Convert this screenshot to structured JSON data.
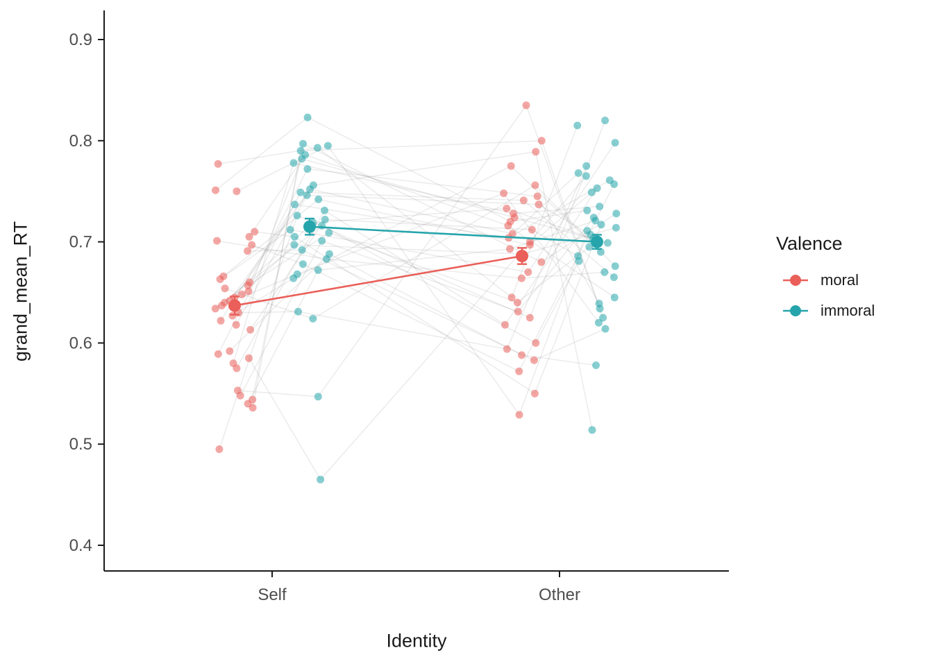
{
  "figure": {
    "y_axis_label": "grand_mean_RT",
    "x_axis_label": "Identity"
  },
  "legend": {
    "title": "Valence",
    "items": [
      {
        "label": "moral",
        "color": "#EA5F59"
      },
      {
        "label": "immoral",
        "color": "#25A5AB"
      }
    ]
  },
  "chart_data": {
    "type": "scatter",
    "title": "",
    "xlabel": "Identity",
    "ylabel": "grand_mean_RT",
    "x_categories": [
      "Self",
      "Other"
    ],
    "y_ticks": [
      0.4,
      0.5,
      0.6,
      0.7,
      0.8,
      0.9
    ],
    "ylim": [
      0.38,
      0.92
    ],
    "grid": false,
    "legend_position": "right",
    "series_colors": {
      "moral": "#EA5F59",
      "immoral": "#25A5AB"
    },
    "subject_line_color": "#8a8a8a",
    "group_means": [
      {
        "identity": "Self",
        "valence": "moral",
        "mean": 0.637,
        "se": 0.009
      },
      {
        "identity": "Self",
        "valence": "immoral",
        "mean": 0.715,
        "se": 0.008
      },
      {
        "identity": "Other",
        "valence": "moral",
        "mean": 0.686,
        "se": 0.008
      },
      {
        "identity": "Other",
        "valence": "immoral",
        "mean": 0.7,
        "se": 0.007
      }
    ],
    "individual_points": {
      "self_moral": [
        0.64,
        0.777,
        0.553,
        0.666,
        0.592,
        0.751,
        0.627,
        0.495,
        0.66,
        0.71,
        0.585,
        0.645,
        0.548,
        0.705,
        0.63,
        0.589,
        0.663,
        0.536,
        0.697,
        0.613,
        0.75,
        0.637,
        0.575,
        0.654,
        0.544,
        0.691,
        0.622,
        0.657,
        0.58,
        0.701,
        0.634,
        0.618,
        0.54,
        0.651,
        0.648,
        0.642
      ],
      "self_immoral": [
        0.719,
        0.793,
        0.547,
        0.742,
        0.688,
        0.823,
        0.664,
        0.726,
        0.772,
        0.705,
        0.465,
        0.756,
        0.701,
        0.786,
        0.631,
        0.749,
        0.712,
        0.79,
        0.678,
        0.722,
        0.795,
        0.668,
        0.731,
        0.624,
        0.797,
        0.692,
        0.737,
        0.709,
        0.778,
        0.683,
        0.716,
        0.746,
        0.672,
        0.782,
        0.697,
        0.752
      ],
      "other_moral": [
        0.733,
        0.645,
        0.835,
        0.697,
        0.588,
        0.72,
        0.775,
        0.625,
        0.745,
        0.55,
        0.7,
        0.789,
        0.631,
        0.716,
        0.594,
        0.741,
        0.67,
        0.8,
        0.572,
        0.712,
        0.529,
        0.748,
        0.618,
        0.756,
        0.68,
        0.583,
        0.704,
        0.64,
        0.728,
        0.664,
        0.6,
        0.737,
        0.693,
        0.724,
        0.688,
        0.708
      ],
      "other_immoral": [
        0.703,
        0.815,
        0.625,
        0.749,
        0.578,
        0.731,
        0.69,
        0.82,
        0.639,
        0.717,
        0.765,
        0.514,
        0.724,
        0.645,
        0.775,
        0.665,
        0.798,
        0.634,
        0.757,
        0.686,
        0.711,
        0.62,
        0.753,
        0.676,
        0.728,
        0.614,
        0.761,
        0.695,
        0.735,
        0.67,
        0.681,
        0.707,
        0.721,
        0.699,
        0.714,
        0.768
      ]
    }
  }
}
